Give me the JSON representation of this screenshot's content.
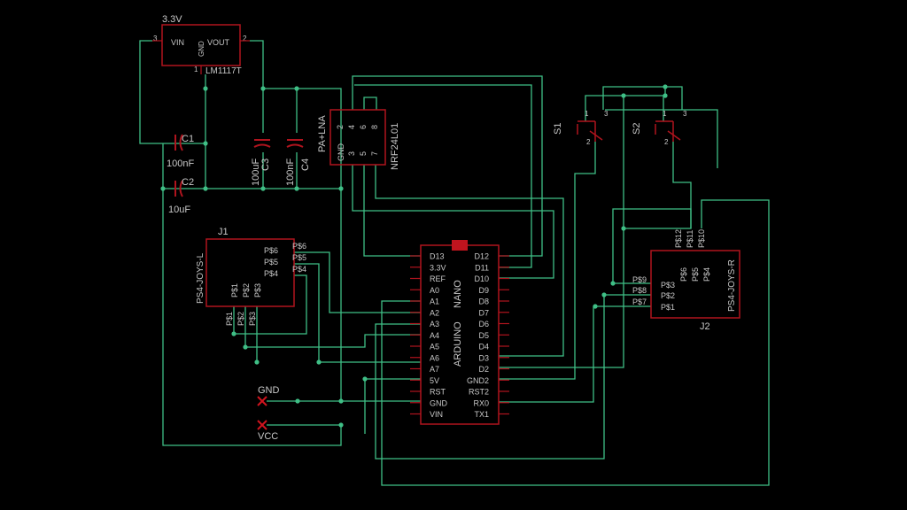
{
  "colors": {
    "background": "#000000",
    "wire": "#3fbf86",
    "body": "#b0141e",
    "pin": "#b0141e",
    "text": "#c8c8c8",
    "error": "#d0141e",
    "led": "#c0141e"
  },
  "regulator": {
    "title": "3.3V",
    "vin": "VIN",
    "vout": "VOUT",
    "gnd": "GND",
    "pin_in": "3",
    "pin_out": "2",
    "pin_gnd": "1",
    "name": "LM1117T"
  },
  "caps": {
    "c1": {
      "name": "C1",
      "value": "100nF"
    },
    "c2": {
      "name": "C2",
      "value": "10uF"
    },
    "c3": {
      "name": "C3",
      "value": "100uF"
    },
    "c4": {
      "name": "C4",
      "value": "100nF"
    }
  },
  "radio": {
    "name": "PA+LNA",
    "value": "NRF24L01",
    "gnd": "GND",
    "pins_top": [
      "2",
      "4",
      "6",
      "8"
    ],
    "pins_bottom": [
      "3",
      "5",
      "7"
    ]
  },
  "switches": {
    "s1": {
      "name": "S1",
      "p1": "1",
      "p2": "2",
      "p3": "3"
    },
    "s2": {
      "name": "S2",
      "p1": "1",
      "p2": "2",
      "p3": "3"
    }
  },
  "joystick_left": {
    "name": "J1",
    "value": "PS4-JOYS-L",
    "right_pins": [
      "P$6",
      "P$5",
      "P$4"
    ],
    "inner_bottom": [
      "P$1",
      "P$2",
      "P$3"
    ],
    "outer_bottom": [
      "P$1",
      "P$2",
      "P$3"
    ]
  },
  "joystick_right": {
    "name": "J2",
    "value": "PS4-JOYS-R",
    "left_inner": [
      "P$3",
      "P$2",
      "P$1"
    ],
    "left_outer": [
      "P$9",
      "P$8",
      "P$7"
    ],
    "top_inner": [
      "P$6",
      "P$5",
      "P$4"
    ],
    "top_outer": [
      "P$12",
      "P$11",
      "P$10"
    ]
  },
  "arduino": {
    "name": "ARDUINO",
    "value": "NANO",
    "left_pins": [
      "D13",
      "3.3V",
      "REF",
      "A0",
      "A1",
      "A2",
      "A3",
      "A4",
      "A5",
      "A6",
      "A7",
      "5V",
      "RST",
      "GND",
      "VIN"
    ],
    "right_pins": [
      "D12",
      "D11",
      "D10",
      "D9",
      "D8",
      "D7",
      "D6",
      "D5",
      "D4",
      "D3",
      "D2",
      "GND2",
      "RST2",
      "RX0",
      "TX1"
    ]
  },
  "nets": {
    "gnd": "GND",
    "vcc": "VCC"
  }
}
